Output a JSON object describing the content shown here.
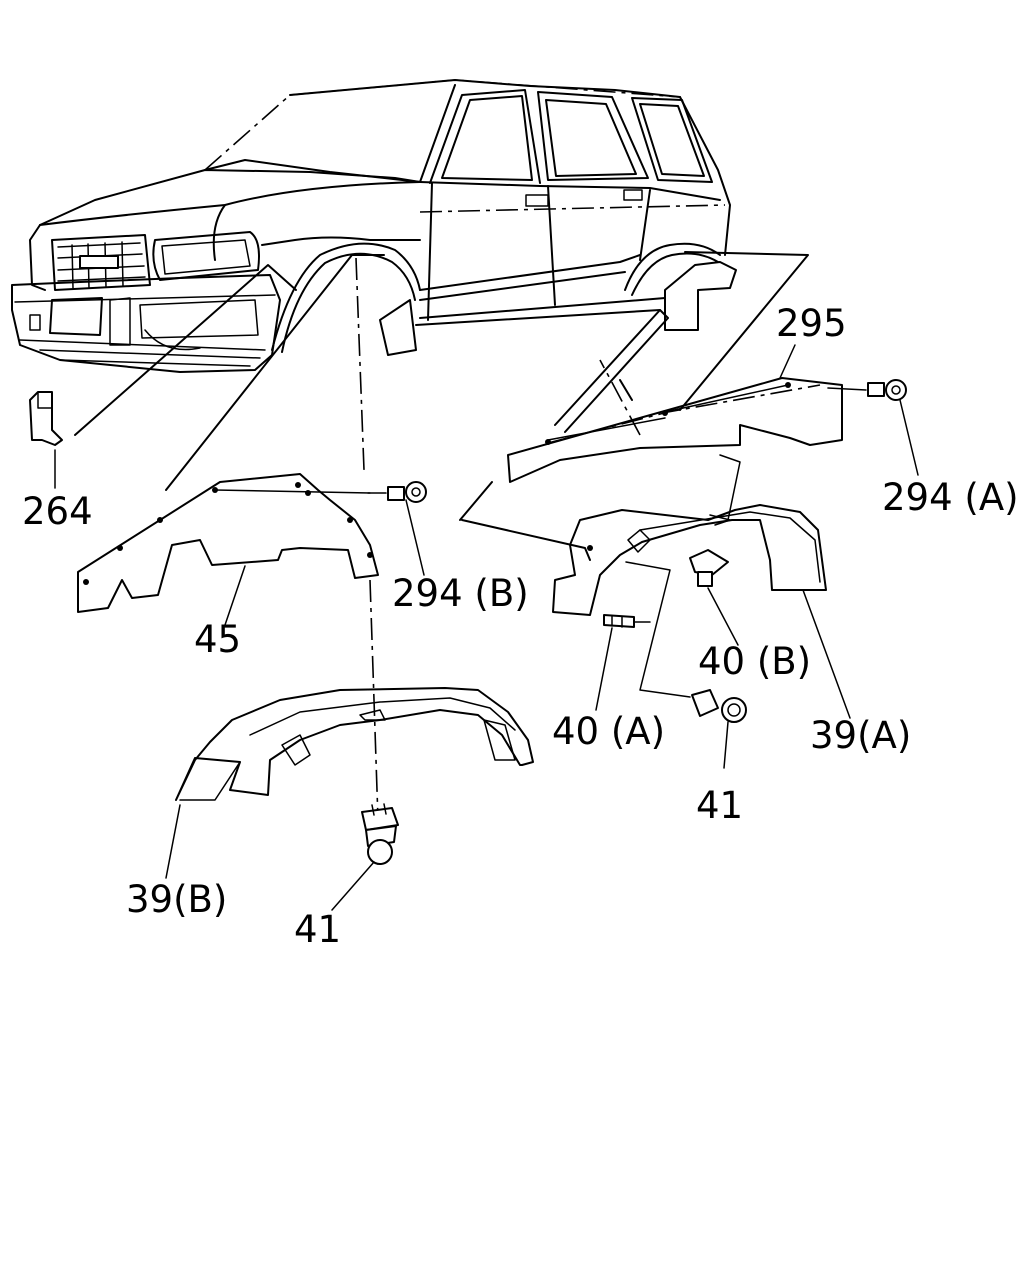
{
  "callouts": {
    "c264": "264",
    "c295": "295",
    "c294a": "294 (A)",
    "c294b": "294 (B)",
    "c45": "45",
    "c40b": "40 (B)",
    "c40a": "40 (A)",
    "c39a": "39(A)",
    "c39b": "39(B)",
    "c41_right": "41",
    "c41_left": "41"
  }
}
